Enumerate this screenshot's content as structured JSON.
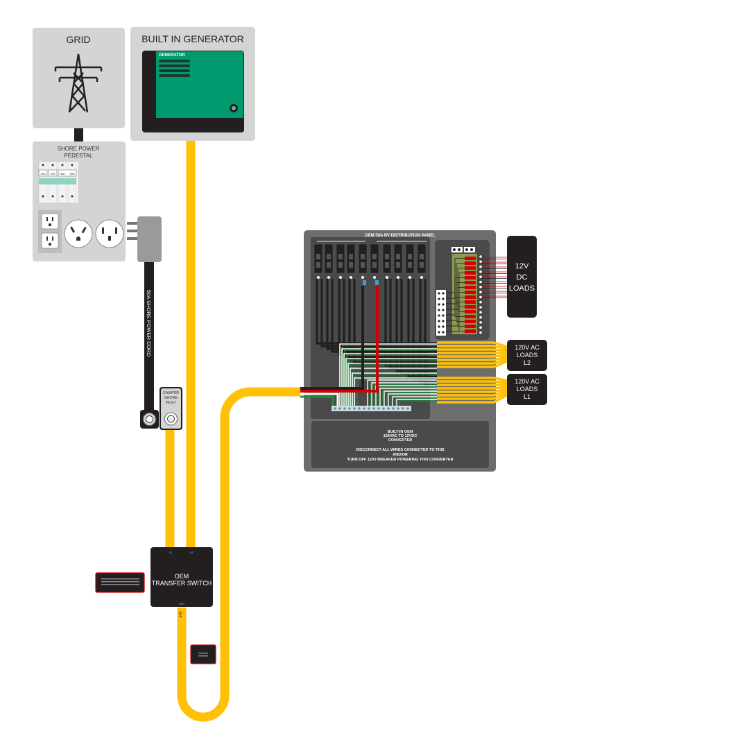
{
  "grid": {
    "label": "GRID"
  },
  "generator": {
    "title": "BUILT IN GENERATOR",
    "badge": "GENERATOR"
  },
  "pedestal": {
    "label_line1": "SHORE POWER",
    "label_line2": "PEDESTAL",
    "breakers": [
      "20A",
      "20A",
      "30A",
      "50A"
    ]
  },
  "cord": {
    "label": "50A SHORE POWER CORD"
  },
  "inlet": {
    "line1": "CAMPER",
    "line2": "SHORE",
    "line3": "INLET"
  },
  "transfer_switch": {
    "line1": "OEM",
    "line2": "TRANSFER SWITCH",
    "in_left": "L1",
    "in_right": "L2",
    "out": "OUT"
  },
  "wire_gauge": "6/4",
  "distribution_panel": {
    "title": "OEM 50A RV DISTRIBUTION PANEL"
  },
  "dc_loads": {
    "line1": "12V",
    "line2": "DC",
    "line3": "LOADS"
  },
  "ac_loads_l2": {
    "line1": "120V AC",
    "line2": "LOADS",
    "line3": "L2"
  },
  "ac_loads_l1": {
    "line1": "120V AC",
    "line2": "LOADS",
    "line3": "L1"
  },
  "converter": {
    "line1": "BUILT-IN OEM",
    "line2": "120VAC TO 12VDC",
    "line3": "CONVERTER",
    "line4": "DISCONNECT ALL WIRES CONNECTED TO THIS",
    "line5": "AND/OR",
    "line6": "TURN OFF 120V BREAKER POWERING THIS CONVERTER"
  },
  "colors": {
    "yellow_cable": "#ffc107",
    "generator_green": "#009a6e",
    "panel_gray": "#6d6d6d",
    "box_light_gray": "#d4d4d4",
    "hot_red": "#d40000",
    "neutral_white": "#ffffff",
    "ground_green": "#1f8f3a",
    "dark": "#231f20"
  },
  "icons": [
    "transmission-tower-icon",
    "generator-logo-icon",
    "outlet-icon",
    "plug-icon"
  ]
}
